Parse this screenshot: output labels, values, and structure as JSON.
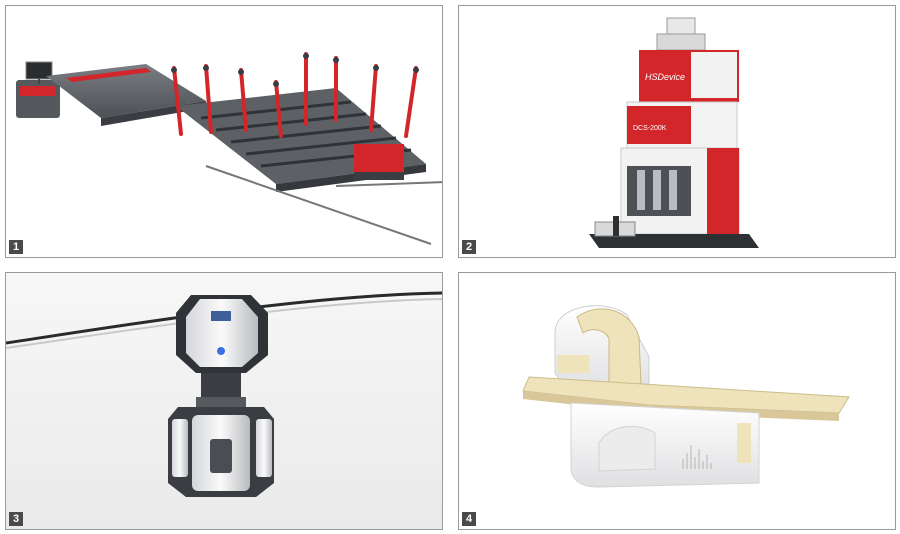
{
  "panels": [
    {
      "number": "1",
      "subject": "glass cutting production line"
    },
    {
      "number": "2",
      "subject": "red and white packaging machine"
    },
    {
      "number": "3",
      "subject": "rail-mounted inspection robot"
    },
    {
      "number": "4",
      "subject": "medical scanner with patient bed"
    }
  ],
  "texts": {
    "machine2_brand": "HSDevice",
    "machine2_model": "DCS-200K"
  },
  "colors": {
    "accent_red": "#d3262a",
    "machine_gray": "#6b6f74",
    "panel_border": "#9a9a9a",
    "label_bg": "#4a4a4a",
    "scanner_cream": "#efe3bb"
  }
}
